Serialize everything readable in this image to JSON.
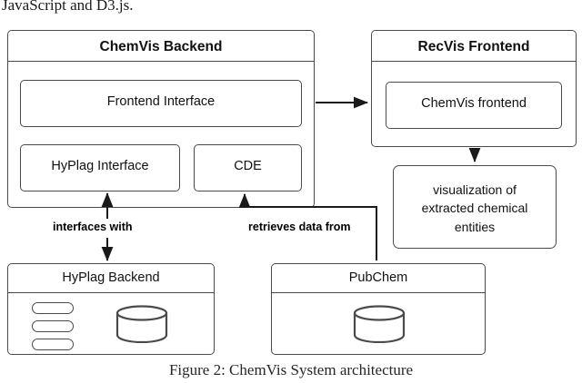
{
  "page": {
    "top_text": "JavaScript and D3.js.",
    "caption": "Figure 2: ChemVis System architecture"
  },
  "diagram": {
    "containers": [
      {
        "id": "chemvis-backend",
        "title": "ChemVis Backend"
      },
      {
        "id": "recvis-frontend",
        "title": "RecVis Frontend"
      }
    ],
    "boxes": [
      {
        "id": "frontend-interface",
        "label": "Frontend Interface"
      },
      {
        "id": "hyplag-interface",
        "label": "HyPlag Interface"
      },
      {
        "id": "cde",
        "label": "CDE"
      },
      {
        "id": "chemvis-frontend",
        "label": "ChemVis frontend"
      },
      {
        "id": "visualization",
        "line1": "visualization of",
        "line2": "extracted chemical",
        "line3": "entities"
      },
      {
        "id": "hyplag-backend",
        "label": "HyPlag Backend"
      },
      {
        "id": "pubchem",
        "label": "PubChem"
      }
    ],
    "annotations": [
      {
        "id": "interfaces-with",
        "label": "interfaces with"
      },
      {
        "id": "retrieves-data-from",
        "label": "retrieves data from"
      }
    ],
    "colors": {
      "stroke": "#4a4a4a",
      "arrow": "#1a1a1a",
      "text": "#111111",
      "background": "#ffffff"
    }
  }
}
